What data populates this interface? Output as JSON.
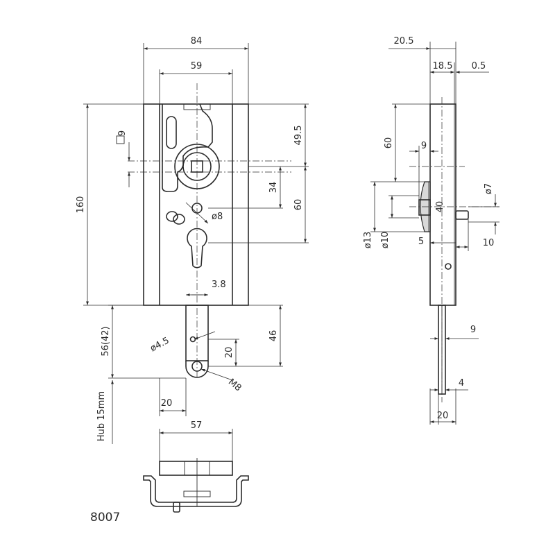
{
  "drawing": {
    "part_number": "8007",
    "front_view": {
      "width_overall": "84",
      "width_inner": "59",
      "height_overall": "160",
      "square_spindle": "9",
      "spindle_to_top": "49.5",
      "spindle_to_hole": "34",
      "spindle_to_cylinder": "60",
      "hole_dia": "ø8",
      "bolt_width": "3.8",
      "bolt_extension": "56(42)",
      "bolt_hole_dia": "ø4.5",
      "bolt_hole_spacing": "20",
      "bolt_length": "46",
      "bolt_thread": "M8",
      "stroke_note": "Hub 15mm",
      "bolt_offset": "20"
    },
    "side_view": {
      "depth_overall": "20.5",
      "depth_body": "18.5",
      "plate_thickness": "0.5",
      "spindle_top": "60",
      "spindle_width": "9",
      "rosette_height": "40",
      "pin_dia": "ø7",
      "outer_dia": "ø13",
      "inner_dia": "ø10",
      "pin_step": "5",
      "pin_length": "10",
      "bolt_width": "9",
      "bolt_thickness": "4",
      "bolt_depth": "20"
    },
    "bottom_view": {
      "width": "57"
    }
  }
}
